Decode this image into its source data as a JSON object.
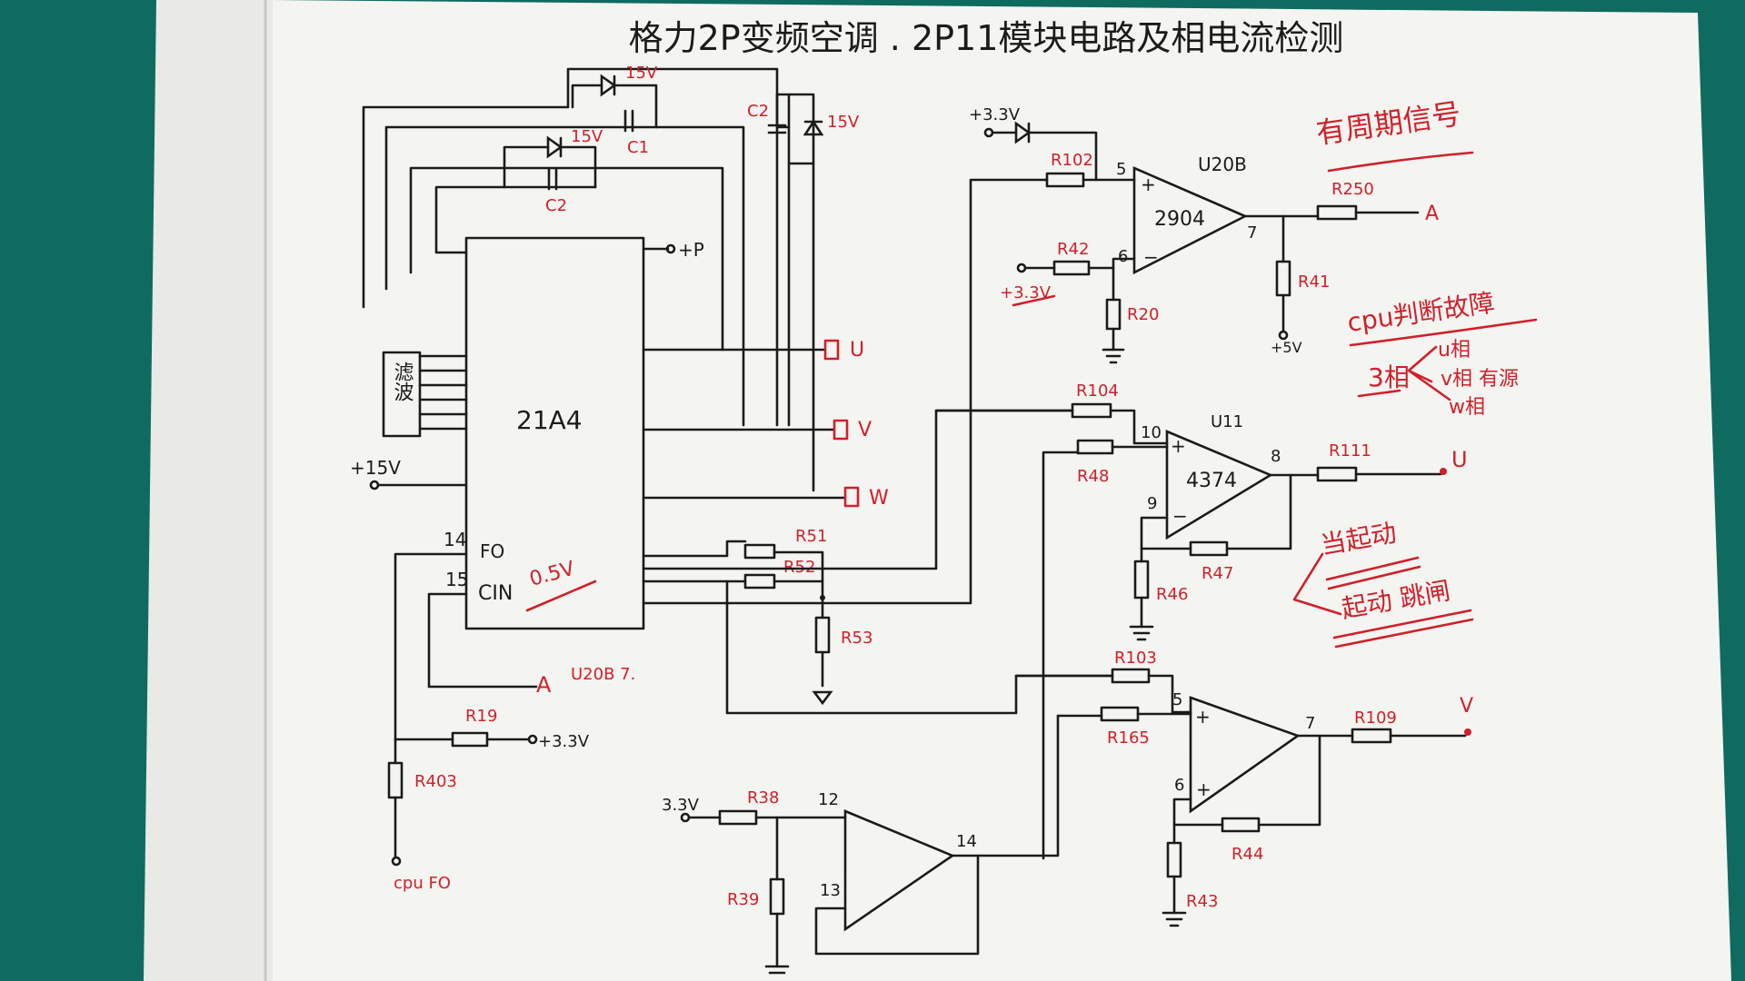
{
  "title": "格力2P变频空调 . 2P11模块电路及相电流检测",
  "annotations": {
    "ac_sample": "有周期信号",
    "cpu_judge": "cpu判断故障",
    "three_phase": "3相",
    "u_phase": "u相",
    "v_phase": "v相 有源",
    "w_phase": "w相",
    "no_start": "当起动",
    "start_trip": "起动 跳闸"
  },
  "ic": {
    "part": "21A4",
    "pin14": "14",
    "pin15": "15",
    "pin_fo": "FO",
    "pin_cin": "CIN",
    "val": "0.5V",
    "filter": "滤波"
  },
  "nets": {
    "plus_p": "+P",
    "u": "U",
    "v": "V",
    "w": "W",
    "p15v": "+15V",
    "p33v_top": "+3.3V",
    "p33v_r42": "+3.3V",
    "p33v_r19": "+3.3V",
    "p33v_r38": "3.3V",
    "p5v": "+5V",
    "a_out": "A",
    "u_out": "U",
    "v_out": "V",
    "cpu_fo": "cpu FO",
    "a_ref": "A",
    "a_ref_note": "U20B 7."
  },
  "parts": {
    "c1": "C1",
    "c2a": "C2",
    "c2b": "C2",
    "z1": "15V",
    "z2": "15V",
    "z3": "15V",
    "r102": "R102",
    "r42": "R42",
    "r20": "R20",
    "r250": "R250",
    "r41": "R41",
    "u20b": "U20B",
    "u20b_part": "2904",
    "u20b_p5": "5",
    "u20b_p6": "6",
    "u20b_p7": "7",
    "r104": "R104",
    "r48": "R48",
    "r46": "R46",
    "r47": "R47",
    "r111": "R111",
    "u11": "U11",
    "u11_part": "4374",
    "u11_p10": "10",
    "u11_p9": "9",
    "u11_p8": "8",
    "r51": "R51",
    "r52": "R52",
    "r53": "R53",
    "r103": "R103",
    "r165": "R165",
    "r44": "R44",
    "r43": "R43",
    "r109": "R109",
    "u3_p5": "5",
    "u3_p6": "6",
    "u3_p7": "7",
    "r19": "R19",
    "r403": "R403",
    "r38": "R38",
    "r39": "R39",
    "u4_p12": "12",
    "u4_p13": "13",
    "u4_p14": "14"
  }
}
